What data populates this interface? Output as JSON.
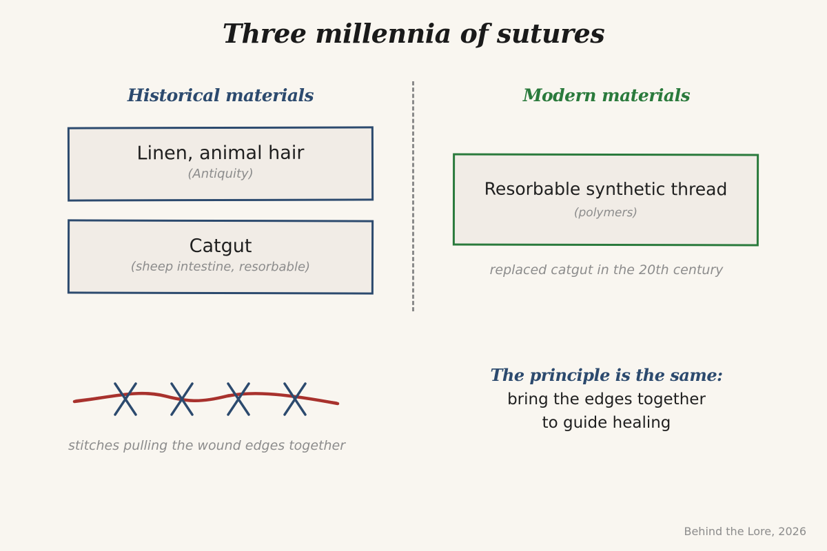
{
  "title": "Three millennia of sutures",
  "historical": {
    "heading": "Historical materials",
    "items": [
      {
        "name": "Linen, animal hair",
        "note": "(Antiquity)"
      },
      {
        "name": "Catgut",
        "note": "(sheep intestine, resorbable)"
      }
    ]
  },
  "modern": {
    "heading": "Modern materials",
    "item": {
      "name": "Resorbable synthetic thread",
      "note": "(polymers)"
    },
    "replaced_note": "replaced catgut in the 20th century"
  },
  "illustration": {
    "caption": "stitches pulling the wound edges together",
    "wound_color": "#a8322d",
    "stitch_color": "#2c4a6e",
    "stitch_count": 4
  },
  "principle": {
    "heading": "The principle is the same:",
    "line1": "bring the edges together",
    "line2": "to guide healing"
  },
  "credit": "Behind the Lore, 2026",
  "colors": {
    "background": "#f9f6f0",
    "historical_accent": "#2c4a6e",
    "modern_accent": "#2a7a3c",
    "box_fill": "#f1ece6",
    "muted_text": "#8c8c8c"
  }
}
